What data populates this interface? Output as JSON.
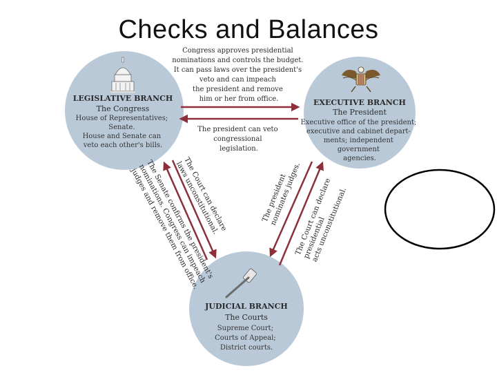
{
  "title": "Checks and Balances",
  "legislative": {
    "heading": "LEGISLATIVE BRANCH",
    "name": "The Congress",
    "lines": [
      "House of Representatives;",
      "Senate.",
      "House and Senate can",
      "veto each other's bills."
    ]
  },
  "executive": {
    "heading": "EXECUTIVE BRANCH",
    "name": "The President",
    "lines": [
      "Executive office of the president;",
      "executive and cabinet depart-",
      "ments; independent",
      "government",
      "agencies."
    ]
  },
  "judicial": {
    "heading": "JUDICIAL BRANCH",
    "name": "The  Courts",
    "lines": [
      "Supreme Court;",
      "Courts of Appeal;",
      "District courts."
    ]
  },
  "checks": {
    "congress_to_president": [
      "Congress approves presidential",
      "nominations and controls the budget.",
      "It can pass laws over the president's",
      "veto and can impeach",
      "the president and remove",
      "him or her from office."
    ],
    "president_to_congress": [
      "The president can veto",
      "congressional",
      "legislation."
    ],
    "senate_to_courts": [
      "The Senate confirms the president's",
      "nominations. Congress can impeach",
      "judges and remove them from office."
    ],
    "court_to_congress": [
      "The Court can declare",
      "laws unconstitutional."
    ],
    "president_to_courts": [
      "The president",
      "nominates judges."
    ],
    "court_to_president": [
      "The Court can declare",
      "presidential",
      "acts unconstitutional."
    ]
  },
  "colors": {
    "circle": "#b9c9d8",
    "arrow": "#8c2f3a",
    "text": "#2a2a2a"
  }
}
